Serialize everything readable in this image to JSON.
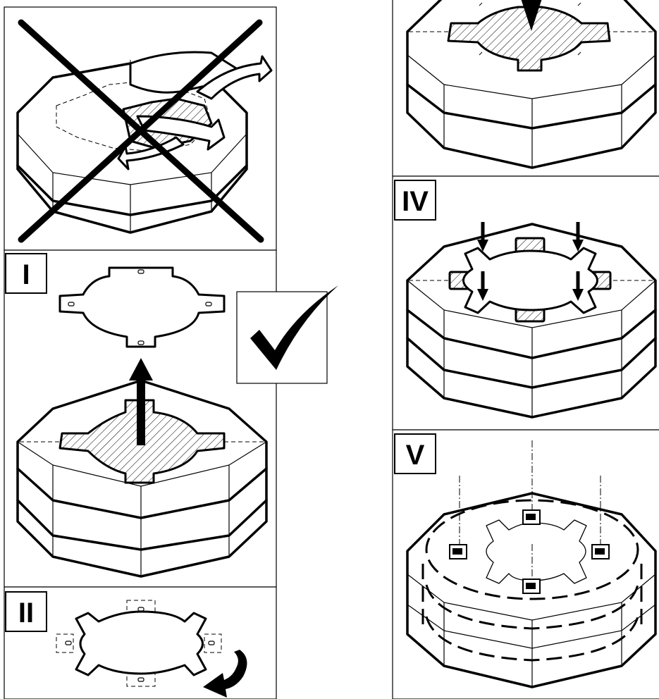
{
  "steps": {
    "step1": "I",
    "step2": "II",
    "step4": "IV",
    "step5": "V"
  }
}
